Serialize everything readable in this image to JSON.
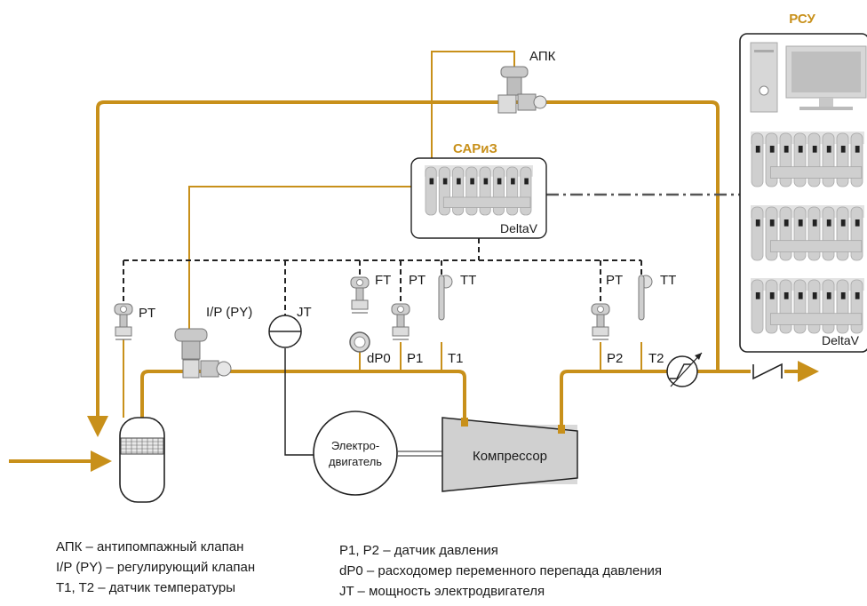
{
  "colors": {
    "pipe": "#c8901a",
    "signal": "#222222",
    "comm": "#555555",
    "device": "#cfcfcf"
  },
  "titles": {
    "dcs": "РСУ",
    "sariz": "САРиЗ"
  },
  "controllers": {
    "sariz_brand": "DeltaV",
    "dcs_brand": "DeltaV"
  },
  "equipment": {
    "motor_line1": "Электро-",
    "motor_line2": "двигатель",
    "compressor": "Компрессор"
  },
  "instruments": {
    "apk": "АПК",
    "ip_py": "I/P (PY)",
    "pt_separator": "PT",
    "jt": "JT",
    "ft": "FT",
    "pt_inlet": "PT",
    "tt_inlet": "TT",
    "pt_outlet": "PT",
    "tt_outlet": "TT"
  },
  "taps": {
    "dp0": "dP0",
    "p1": "P1",
    "t1": "T1",
    "p2": "P2",
    "t2": "T2"
  },
  "legend": {
    "left": [
      "АПК – антипомпажный клапан",
      "I/P (PY) – регулирующий клапан",
      "T1, T2 – датчик температуры"
    ],
    "right": [
      "P1, P2 – датчик давления",
      "dP0  – расходомер переменного перепада давления",
      "JT – мощность электродвигателя"
    ]
  }
}
